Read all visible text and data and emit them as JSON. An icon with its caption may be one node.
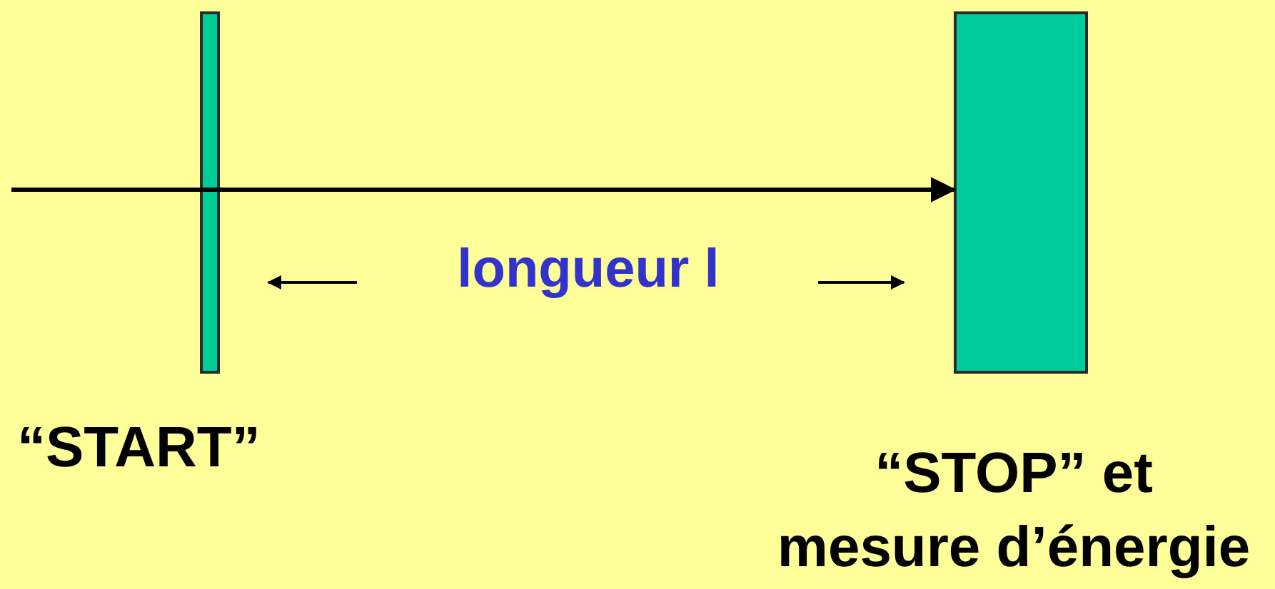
{
  "diagram": {
    "nodes": [
      {
        "text": [],
        "shape": "bar",
        "beside": [
          "“START”"
        ]
      },
      {
        "text": [],
        "shape": "box",
        "beside": [
          "“STOP” et mesure d’énergie"
        ]
      }
    ],
    "edges": [
      {
        "from": null,
        "to": 1,
        "arrow": "to"
      }
    ],
    "labels": [
      "longueur l"
    ]
  }
}
